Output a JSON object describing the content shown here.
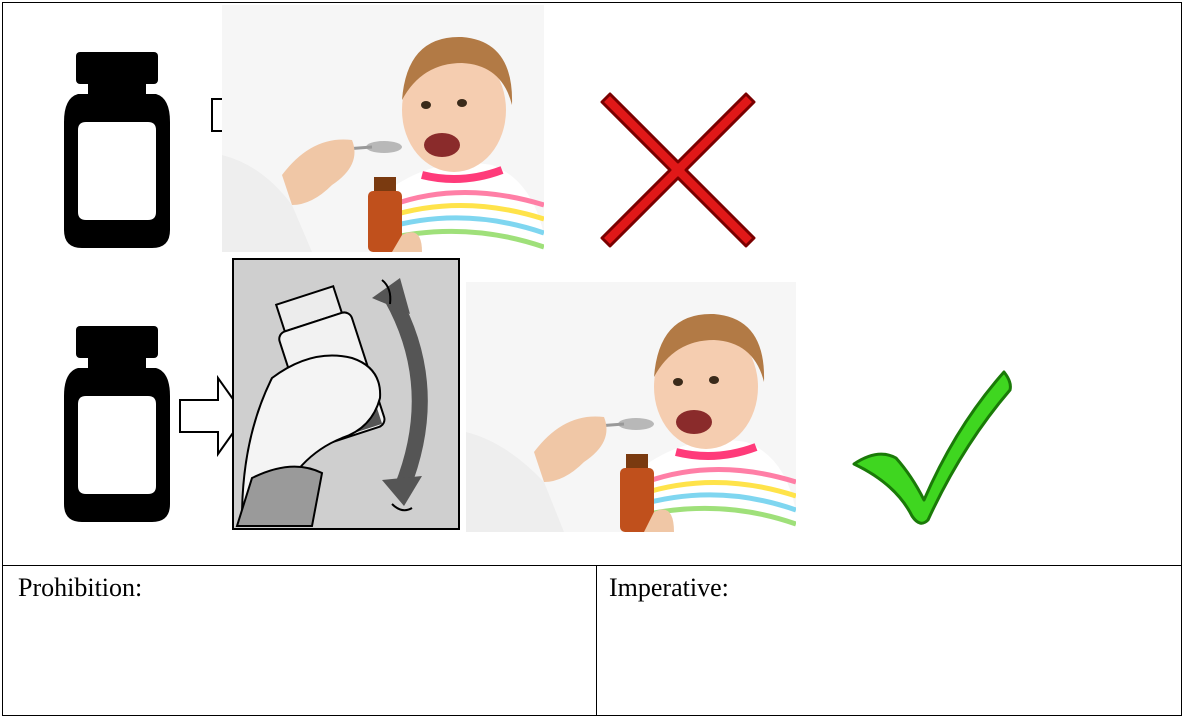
{
  "worksheet": {
    "row1": {
      "bottom_icon": "medicine-bottle-icon",
      "arrow_icon": "outline-arrow-right-icon",
      "photo": "child-taking-spoon-of-syrup-photo",
      "result_icon": "red-cross-icon",
      "result_color": "#e01818"
    },
    "row2": {
      "bottom_icon": "medicine-bottle-icon",
      "arrow_icon": "outline-arrow-right-icon",
      "shake_illustration": "hand-shaking-bottle-illustration",
      "photo": "child-taking-spoon-of-syrup-photo",
      "result_icon": "green-check-icon",
      "result_color": "#3fd620"
    },
    "answer_boxes": {
      "prohibition_label": "Prohibition:",
      "imperative_label": "Imperative:"
    }
  }
}
